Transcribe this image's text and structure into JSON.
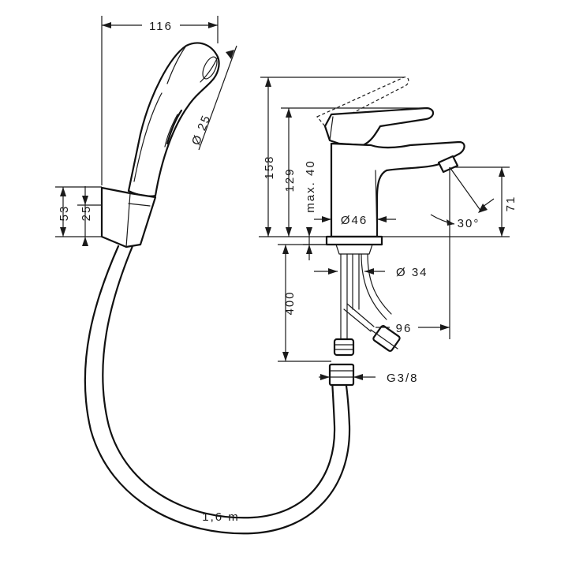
{
  "labels": {
    "width_116": "116",
    "dia_25": "Ø 25",
    "h_53": "53",
    "h_25": "25",
    "h_158": "158",
    "h_129": "129",
    "max_40": "max. 40",
    "dia_46": "Ø46",
    "angle_30": "30°",
    "h_71": "71",
    "dia_34": "Ø 34",
    "h_400": "400",
    "w_96": "96",
    "thread": "G3/8",
    "hose_len": "1,6 m"
  }
}
